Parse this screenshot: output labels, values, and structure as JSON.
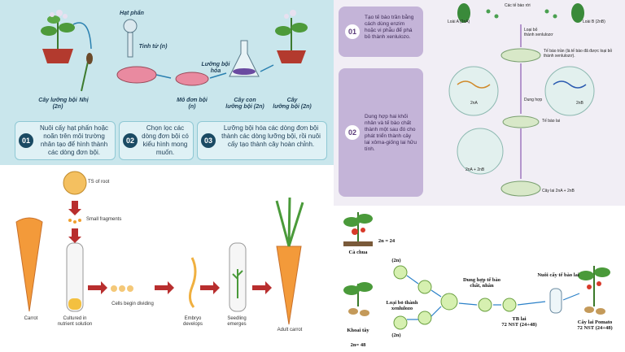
{
  "anther_panel": {
    "labels": {
      "parent_plant": "Cây lưỡng bội\n(2n)",
      "stamen": "Nhị",
      "pollen": "Hạt phấn",
      "immature": "Tinh tử (n)",
      "monoploid": "Mô đơn bội\n(n)",
      "diploidize": "Lưỡng bội\nhóa",
      "seedling": "Cây con\nlưỡng bội (2n)",
      "final_plant": "Cây\nlưỡng bội (2n)"
    },
    "steps": [
      {
        "num": "01",
        "text": "Nuôi cấy hạt phấn hoặc noãn trên môi trường nhân tạo để hình thành các dòng đơn bội."
      },
      {
        "num": "02",
        "text": "Chọn lọc các dòng đơn bội có kiểu hình mong muốn."
      },
      {
        "num": "03",
        "text": "Lưỡng bội hóa các dòng đơn bội thành các dòng lưỡng bội, rồi nuôi cấy tạo thành cây hoàn chỉnh."
      }
    ]
  },
  "fusion_panel": {
    "boxes": [
      {
        "num": "01",
        "text": "Tạo tế bào trần bằng cách dùng enzim hoặc vi phẫu để phá bỏ thành xenlulozo."
      },
      {
        "num": "02",
        "text": "Dung hợp hai khối nhân và tế bào chất thành một sau đó cho phát triển thành cây lai xôma-giống lai hữu tính."
      }
    ],
    "labels": {
      "species_a": "Loài A (2nA)",
      "cells": "Các tế bào rời",
      "species_b": "Loài B (2nB)",
      "remove_wall": "Loại bỏ\nthành xenlulozơ",
      "naked_cells": "Tế bào trần (là tế bào đã được loại bỏ thành xenlulozơ).",
      "left_2n": "2nA",
      "right_2n": "2nB",
      "fusion": "Dung hợp",
      "hybrid_cell": "Tế bào lai",
      "combined": "2nA + 2nB",
      "hybrid_plant": "Cây lai 2nA + 2nB"
    }
  },
  "carrot_panel": {
    "labels": {
      "ts_root": "TS of root",
      "fragments": "Small fragments",
      "carrot": "Carrot",
      "cultured": "Cultured in\nnutrient solution",
      "dividing": "Cells begin dividing",
      "embryo": "Embryo\ndevelops",
      "seedling": "Seedling\nemerges",
      "adult": "Adult carrot"
    }
  },
  "pomato_panel": {
    "labels": {
      "tomato_count": "2n = 24",
      "tomato": "Cà chua",
      "potato": "Khoai tây",
      "potato_count": "2n= 48",
      "cell_top": "(2n)",
      "cell_bottom": "(2n)",
      "remove_wall": "Loại bỏ thành\nxenlulozo",
      "fusion": "Dung hợp tế bào\nchất, nhân",
      "culture": "Nuôi cấy tế bào lai",
      "hybrid_cell": "TB lai\n72 NST (24+48)",
      "pomato": "Cây lai Pomato\n72 NST (24+48)"
    }
  }
}
